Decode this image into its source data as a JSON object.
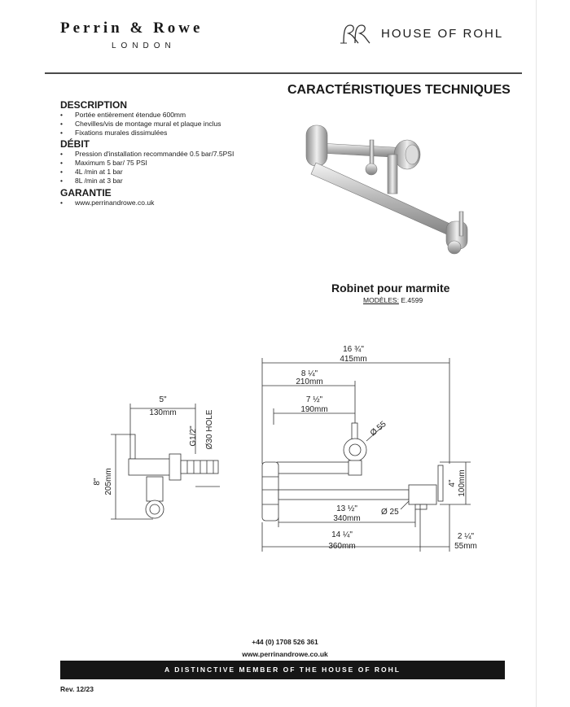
{
  "header": {
    "brand_left": "Perrin & Rowe",
    "brand_left_sub": "LONDON",
    "brand_right": "HOUSE OF ROHL"
  },
  "page_title": "CARACTÉRISTIQUES TECHNIQUES",
  "sections": [
    {
      "heading": "DESCRIPTION",
      "items": [
        "Portée entièrement étendue 600mm",
        "Chevilles/vis de montage mural et plaque inclus",
        "Fixations murales dissimulées"
      ]
    },
    {
      "heading": "DÉBIT",
      "items": [
        "Pression d'installation recommandée 0.5 bar/7.5PSI",
        "Maximum 5 bar/ 75 PSI",
        "4L /min at 1 bar",
        "8L /min at 3 bar"
      ]
    },
    {
      "heading": "GARANTIE",
      "items": [
        "www.perrinandrowe.co.uk"
      ]
    }
  ],
  "product": {
    "name": "Robinet pour marmite",
    "models_label": "MODÈLES:",
    "models_value": "E.4599"
  },
  "drawing_labels": {
    "side_width_in": "5\"",
    "side_width_mm": "130mm",
    "side_height_in": "8\"",
    "side_height_mm": "205mm",
    "thread": "G1/2\"",
    "hole": "Ø30 HOLE",
    "total_in": "16 ¾\"",
    "total_mm": "415mm",
    "dim210_in": "8 ¼\"",
    "dim210_mm": "210mm",
    "dim190_in": "7 ½\"",
    "dim190_mm": "190mm",
    "dia55": "Ø 55",
    "height_in": "4\"",
    "height_mm": "100mm",
    "dim340_in": "13 ½\"",
    "dim340_mm": "340mm",
    "dia25": "Ø 25",
    "dim360_in": "14 ¼\"",
    "dim360_mm": "360mm",
    "dim55_in": "2 ¼\"",
    "dim55_mm": "55mm"
  },
  "footer": {
    "phone": "+44 (0) 1708 526 361",
    "website": "www.perrinandrowe.co.uk",
    "banner": "A DISTINCTIVE MEMBER OF THE HOUSE OF ROHL",
    "revision": "Rev. 12/23"
  }
}
